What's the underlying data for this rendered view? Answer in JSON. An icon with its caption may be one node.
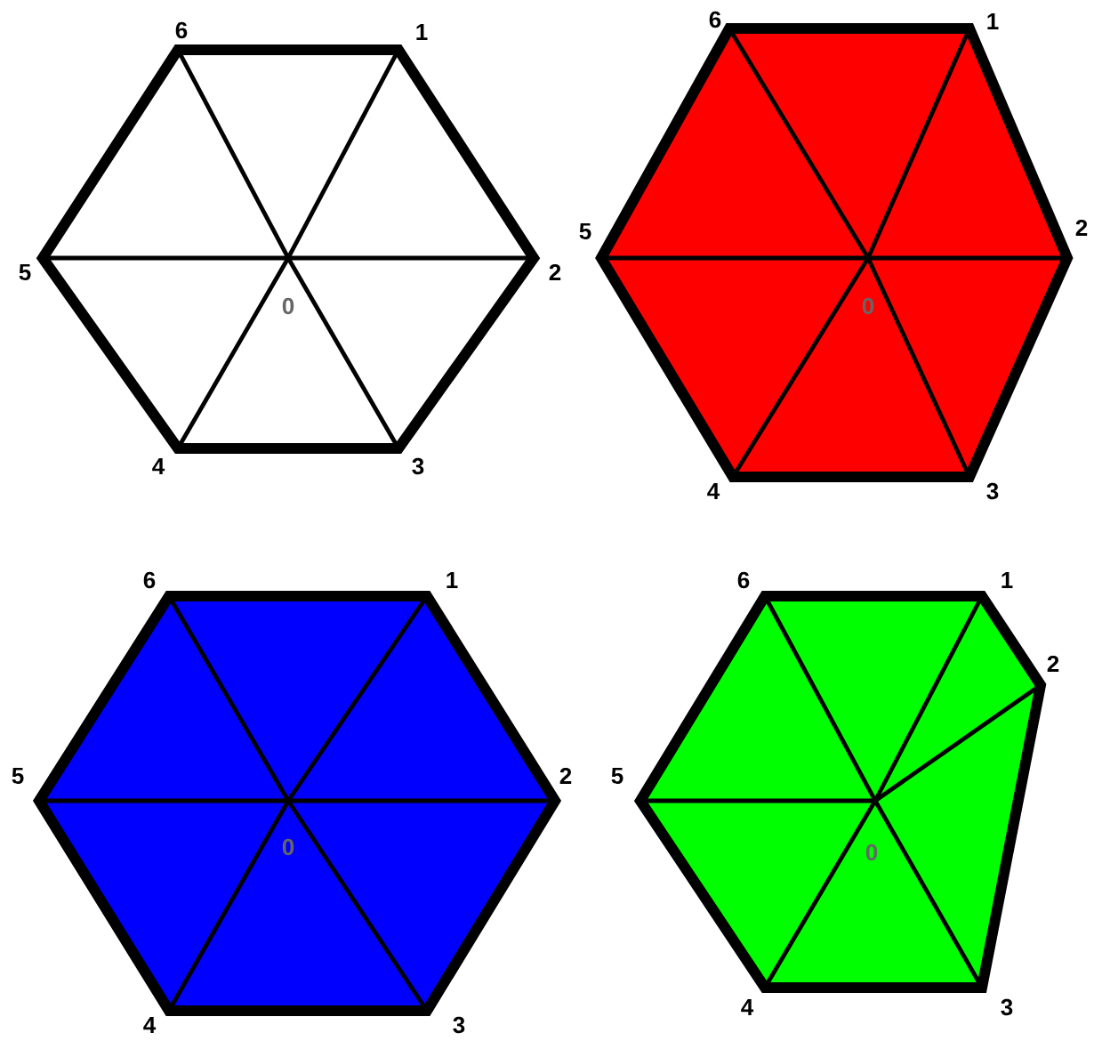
{
  "diagram": {
    "labels": [
      "6",
      "1",
      "5",
      "2",
      "0",
      "4",
      "3",
      "6",
      "1",
      "5",
      "2",
      "0",
      "4",
      "3",
      "6",
      "1",
      "5",
      "2",
      "0",
      "4",
      "3",
      "6",
      "1",
      "2",
      "5",
      "0",
      "4",
      "3"
    ]
  }
}
